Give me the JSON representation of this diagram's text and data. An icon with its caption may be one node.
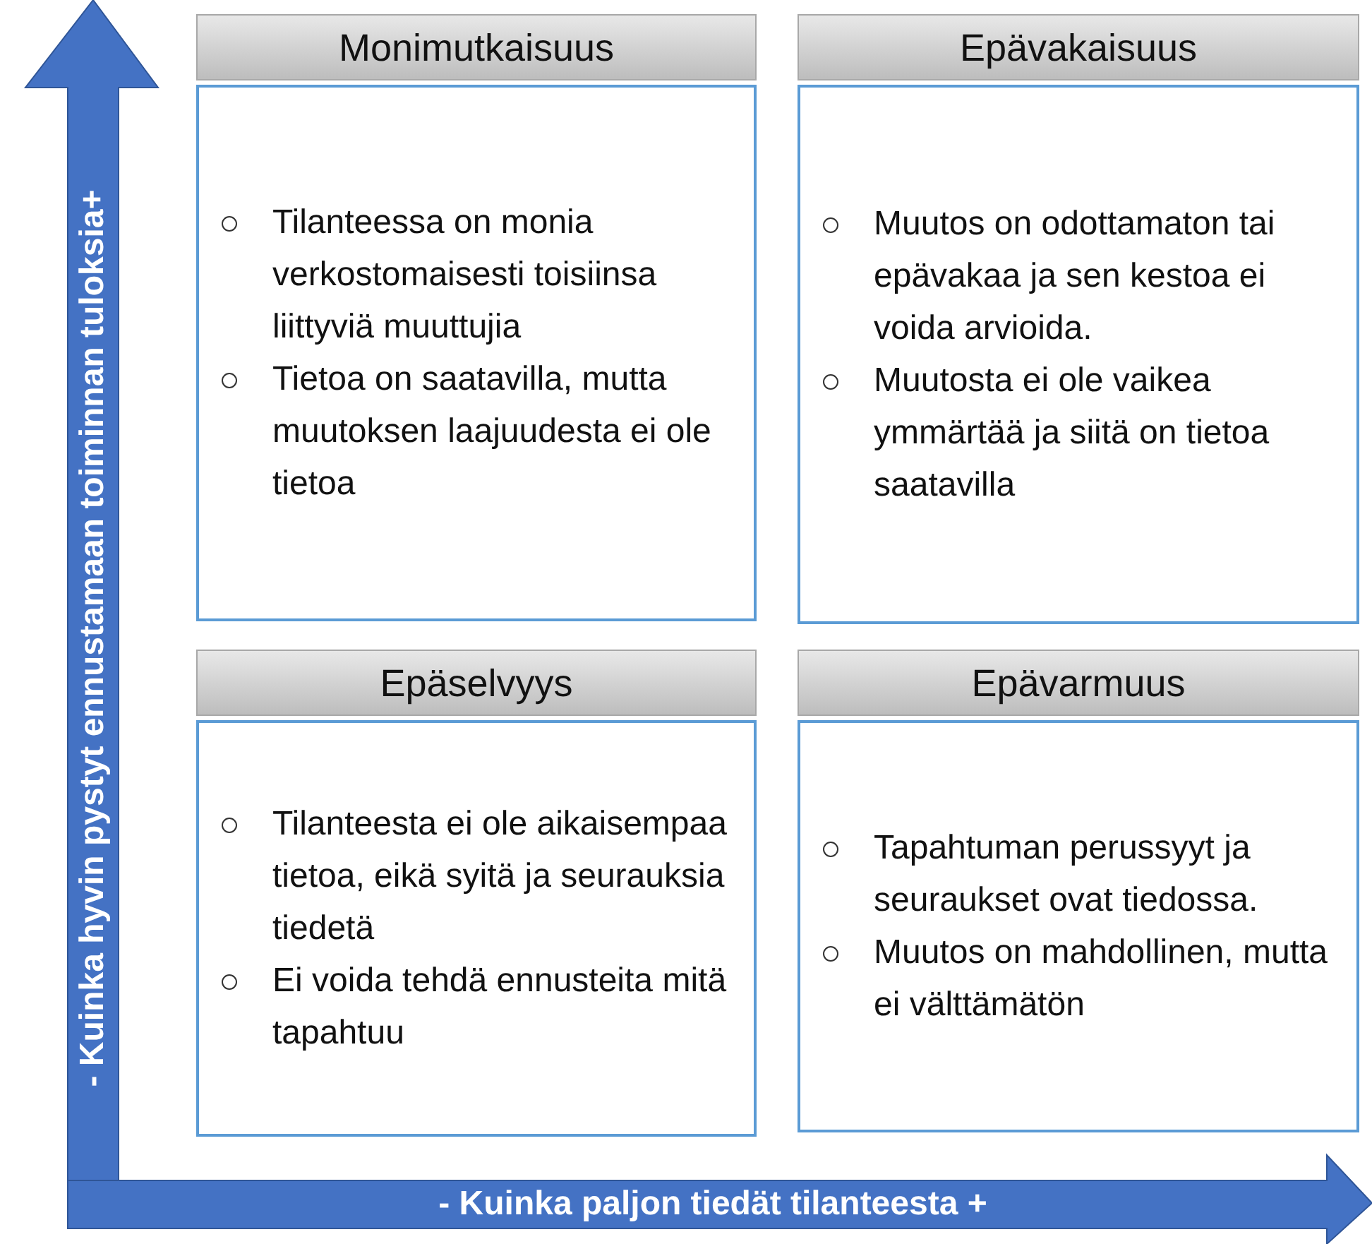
{
  "diagram": {
    "nodes": [
      {
        "text": [
          "Monimutkaisuus",
          "Tilanteessa on monia verkostomaisesti toisiinsa liittyviä muuttujia",
          "Tietoa on saatavilla, mutta muutoksen laajuudesta ei ole tietoa"
        ]
      },
      {
        "text": [
          "Epävakaisuus",
          "Muutos on odottamaton tai epävakaa ja sen kestoa ei voida arvioida.",
          "Muutosta ei ole vaikea ymmärtää ja siitä on tietoa saatavilla"
        ]
      },
      {
        "text": [
          "Epäselvyys",
          "Tilanteesta ei ole aikaisempaa tietoa, eikä syitä ja seurauksia tiedetä",
          "Ei voida tehdä ennusteita mitä tapahtuu"
        ]
      },
      {
        "text": [
          "Epävarmuus",
          "Tapahtuman perussyyt ja seuraukset ovat tiedossa.",
          "Muutos on mahdollinen, mutta ei välttämätön"
        ]
      }
    ],
    "labels": [
      "- Kuinka hyvin pystyt ennustamaan toiminnan tuloksia+",
      "- Kuinka paljon tiedät tilanteesta +"
    ]
  }
}
